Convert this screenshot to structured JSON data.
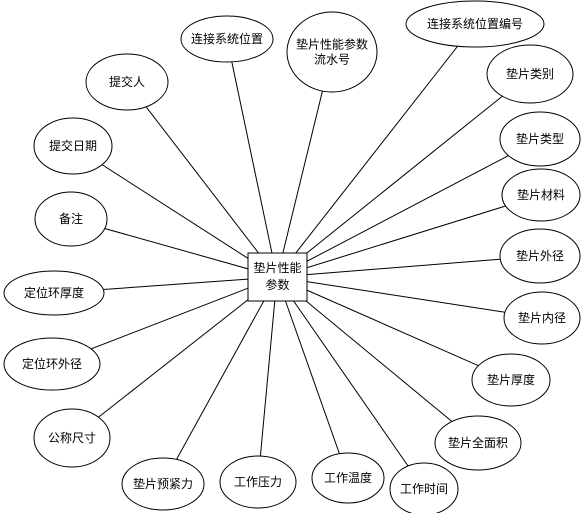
{
  "entity": {
    "lines": [
      "垫片性能",
      "参数"
    ]
  },
  "attributes": [
    {
      "id": "conn-pos",
      "lines": [
        "连接系统位置"
      ]
    },
    {
      "id": "serial-no",
      "lines": [
        "垫片性能参数",
        "流水号"
      ]
    },
    {
      "id": "conn-pos-no",
      "lines": [
        "连接系统位置编号"
      ]
    },
    {
      "id": "submitter",
      "lines": [
        "提交人"
      ]
    },
    {
      "id": "category",
      "lines": [
        "垫片类别"
      ]
    },
    {
      "id": "submit-date",
      "lines": [
        "提交日期"
      ]
    },
    {
      "id": "type",
      "lines": [
        "垫片类型"
      ]
    },
    {
      "id": "material",
      "lines": [
        "垫片材料"
      ]
    },
    {
      "id": "remark",
      "lines": [
        "备注"
      ]
    },
    {
      "id": "outer-dia",
      "lines": [
        "垫片外径"
      ]
    },
    {
      "id": "ring-thick",
      "lines": [
        "定位环厚度"
      ]
    },
    {
      "id": "inner-dia",
      "lines": [
        "垫片内径"
      ]
    },
    {
      "id": "ring-outer",
      "lines": [
        "定位环外径"
      ]
    },
    {
      "id": "thickness",
      "lines": [
        "垫片厚度"
      ]
    },
    {
      "id": "nominal",
      "lines": [
        "公称尺寸"
      ]
    },
    {
      "id": "area",
      "lines": [
        "垫片全面积"
      ]
    },
    {
      "id": "preload",
      "lines": [
        "垫片预紧力"
      ]
    },
    {
      "id": "pressure",
      "lines": [
        "工作压力"
      ]
    },
    {
      "id": "temperature",
      "lines": [
        "工作温度"
      ]
    },
    {
      "id": "time",
      "lines": [
        "工作时间"
      ]
    }
  ]
}
